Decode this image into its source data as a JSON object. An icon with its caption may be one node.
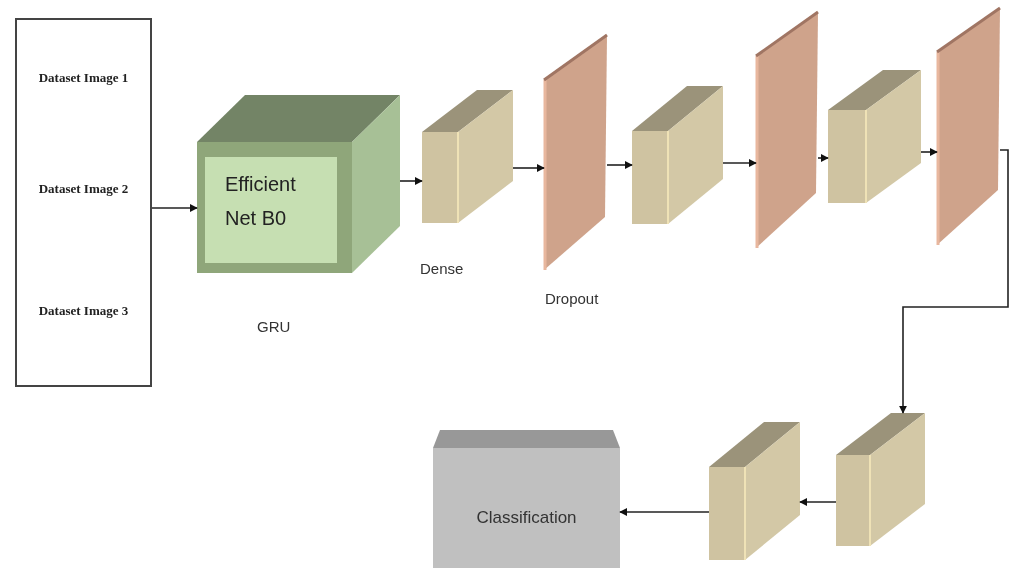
{
  "diagram": {
    "nodes": [
      {
        "text": [
          "Dataset Image 1",
          "Dataset Image 2",
          "Dataset Image 3"
        ]
      },
      {
        "text": [
          "Efficient Net B0"
        ],
        "beside": [
          "GRU"
        ]
      },
      {
        "text": [],
        "shape": "box"
      },
      {
        "text": [],
        "shape": "bar",
        "beside": [
          "Dropout"
        ]
      },
      {
        "text": [],
        "shape": "box"
      },
      {
        "text": [],
        "shape": "bar"
      },
      {
        "text": [],
        "shape": "box"
      },
      {
        "text": [],
        "shape": "bar"
      },
      {
        "text": [],
        "shape": "box"
      },
      {
        "text": [],
        "shape": "box"
      },
      {
        "text": [
          "Classification"
        ]
      }
    ],
    "edges": [
      {
        "from": 0,
        "to": 1,
        "arrow": "to"
      },
      {
        "from": 1,
        "to": 2,
        "arrow": "to"
      },
      {
        "from": 2,
        "to": 3,
        "arrow": "to"
      },
      {
        "from": 3,
        "to": 4,
        "arrow": "to"
      },
      {
        "from": 4,
        "to": 5,
        "arrow": "to"
      },
      {
        "from": 5,
        "to": 6,
        "arrow": "to"
      },
      {
        "from": 6,
        "to": 7,
        "arrow": "to"
      },
      {
        "from": 7,
        "to": 8,
        "arrow": "to"
      },
      {
        "from": 8,
        "to": 9,
        "arrow": "to"
      },
      {
        "from": 9,
        "to": 10,
        "arrow": "to"
      }
    ],
    "labels": [
      "Dense"
    ]
  }
}
